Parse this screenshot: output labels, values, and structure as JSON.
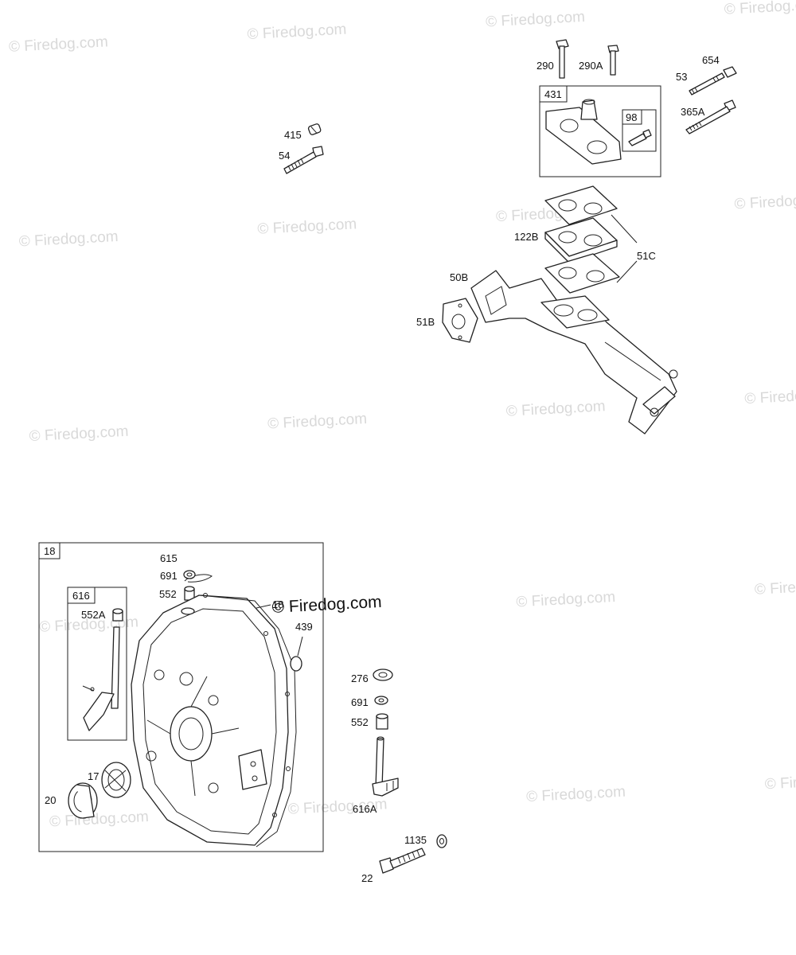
{
  "watermark": "© Firedog.com",
  "labels": {
    "p415": "415",
    "p54": "54",
    "p290": "290",
    "p290a": "290A",
    "p654": "654",
    "p53": "53",
    "p431": "431",
    "p98": "98",
    "p365a": "365A",
    "p122b": "122B",
    "p51c": "51C",
    "p50b": "50B",
    "p51b": "51B",
    "p18box": "18",
    "p615": "615",
    "p691a": "691",
    "p552a": "552",
    "p18b": "18",
    "p439": "439",
    "p616": "616",
    "p552A": "552A",
    "p17": "17",
    "p20": "20",
    "p276": "276",
    "p691b": "691",
    "p552b": "552",
    "p616a": "616A",
    "p1135": "1135",
    "p22": "22"
  }
}
